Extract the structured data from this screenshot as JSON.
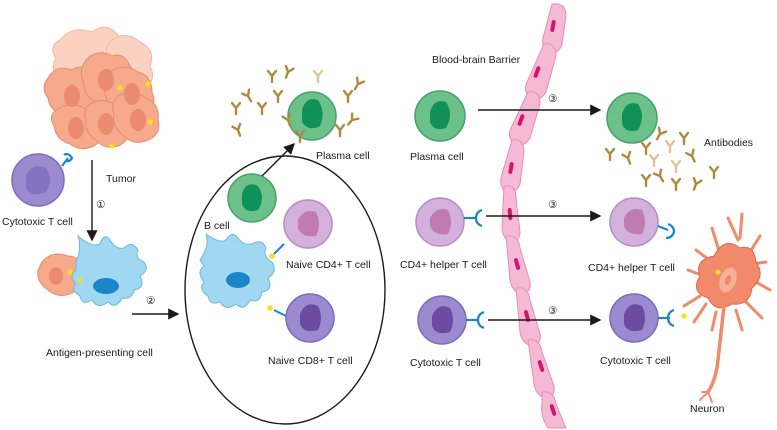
{
  "labels": {
    "tumor": "Tumor",
    "cytotoxic_t_cell_left": "Cytotoxic T cell",
    "step1": "①",
    "antigen_presenting_cell": "Antigen-presenting cell",
    "step2": "②",
    "plasma_cell_top": "Plasma cell",
    "b_cell": "B cell",
    "naive_cd4": "Naive CD4+ T cell",
    "naive_cd8": "Naive CD8+ T cell",
    "blood_brain_barrier": "Blood-brain Barrier",
    "plasma_cell_right": "Plasma cell",
    "cd4_helper_left": "CD4+ helper T cell",
    "cytotoxic_t_cell_mid": "Cytotoxic T cell",
    "step3_a": "③",
    "step3_b": "③",
    "step3_c": "③",
    "antibodies": "Antibodies",
    "cd4_helper_right": "CD4+ helper T cell",
    "cytotoxic_t_cell_right": "Cytotoxic T cell",
    "neuron": "Neuron"
  },
  "colors": {
    "tumor_cell": "#f7a98c",
    "t_cell": "#9b8ad0",
    "b_plasma_cell": "#6cc08a",
    "apc": "#9fd8f0",
    "cd4_cell": "#d3b1dc",
    "endothelium": "#f5b9d4",
    "neuron": "#f08a6a",
    "antibody": "#b08a3c",
    "receptor": "#1a86c8",
    "antigen": "#f5e11a"
  }
}
